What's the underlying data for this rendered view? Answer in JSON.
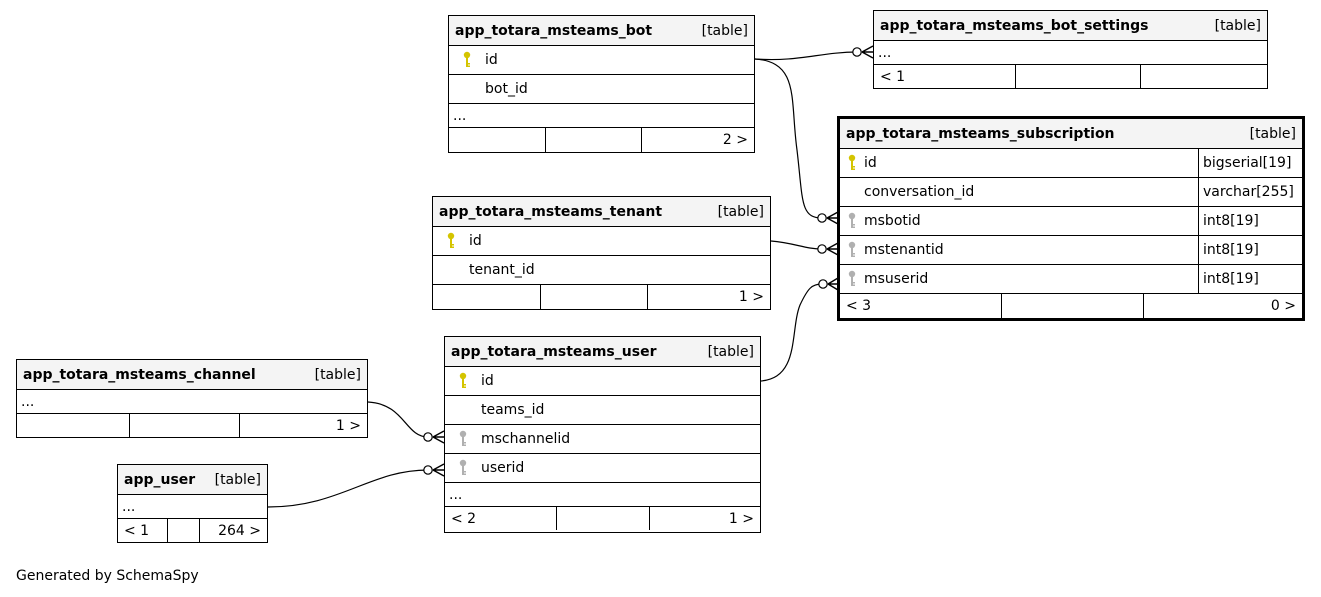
{
  "tables": {
    "bot": {
      "name": "app_totara_msteams_bot",
      "kind": "[table]",
      "columns": [
        {
          "name": "id",
          "key": "primary-key-icon"
        },
        {
          "name": "bot_id",
          "key": ""
        }
      ],
      "ellipsis": "...",
      "footer": [
        "",
        "",
        "2 >"
      ]
    },
    "bot_settings": {
      "name": "app_totara_msteams_bot_settings",
      "kind": "[table]",
      "ellipsis": "...",
      "footer": [
        "< 1",
        "",
        ""
      ]
    },
    "subscription": {
      "name": "app_totara_msteams_subscription",
      "kind": "[table]",
      "columns": [
        {
          "name": "id",
          "type": "bigserial[19]",
          "key": "primary-key-icon"
        },
        {
          "name": "conversation_id",
          "type": "varchar[255]",
          "key": ""
        },
        {
          "name": "msbotid",
          "type": "int8[19]",
          "key": "foreign-key-icon"
        },
        {
          "name": "mstenantid",
          "type": "int8[19]",
          "key": "foreign-key-icon"
        },
        {
          "name": "msuserid",
          "type": "int8[19]",
          "key": "foreign-key-icon"
        }
      ],
      "footer": [
        "< 3",
        "",
        "0 >"
      ]
    },
    "tenant": {
      "name": "app_totara_msteams_tenant",
      "kind": "[table]",
      "columns": [
        {
          "name": "id",
          "key": "primary-key-icon"
        },
        {
          "name": "tenant_id",
          "key": ""
        }
      ],
      "footer": [
        "",
        "",
        "1 >"
      ]
    },
    "user": {
      "name": "app_totara_msteams_user",
      "kind": "[table]",
      "columns": [
        {
          "name": "id",
          "key": "primary-key-icon"
        },
        {
          "name": "teams_id",
          "key": ""
        },
        {
          "name": "mschannelid",
          "key": "foreign-key-icon"
        },
        {
          "name": "userid",
          "key": "foreign-key-icon"
        }
      ],
      "ellipsis": "...",
      "footer": [
        "< 2",
        "",
        "1 >"
      ]
    },
    "channel": {
      "name": "app_totara_msteams_channel",
      "kind": "[table]",
      "ellipsis": "...",
      "footer": [
        "",
        "",
        "1 >"
      ]
    },
    "app_user": {
      "name": "app_user",
      "kind": "[table]",
      "ellipsis": "...",
      "footer": [
        "< 1",
        "",
        "264 >"
      ]
    }
  },
  "colors": {
    "primary_key": "#d4c400",
    "foreign_key": "#b0b0b0",
    "line": "#000000"
  },
  "credit": "Generated by SchemaSpy"
}
